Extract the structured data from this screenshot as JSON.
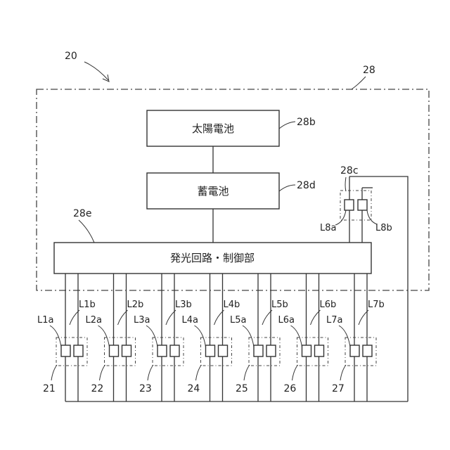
{
  "blocks": {
    "solar": "太陽電池",
    "battery": "蓄電池",
    "controller": "発光回路・制御部"
  },
  "refs": {
    "device": "20",
    "unit": "28",
    "solar": "28b",
    "battery": "28d",
    "controller": "28e",
    "internal_lamp": "28c"
  },
  "internal_leds": [
    "L8a",
    "L8b"
  ],
  "lamps": [
    {
      "id": "21",
      "a": "L1a",
      "b": "L1b"
    },
    {
      "id": "22",
      "a": "L2a",
      "b": "L2b"
    },
    {
      "id": "23",
      "a": "L3a",
      "b": "L3b"
    },
    {
      "id": "24",
      "a": "L4a",
      "b": "L4b"
    },
    {
      "id": "25",
      "a": "L5a",
      "b": "L5b"
    },
    {
      "id": "26",
      "a": "L6a",
      "b": "L6b"
    },
    {
      "id": "27",
      "a": "L7a",
      "b": "L7b"
    }
  ]
}
